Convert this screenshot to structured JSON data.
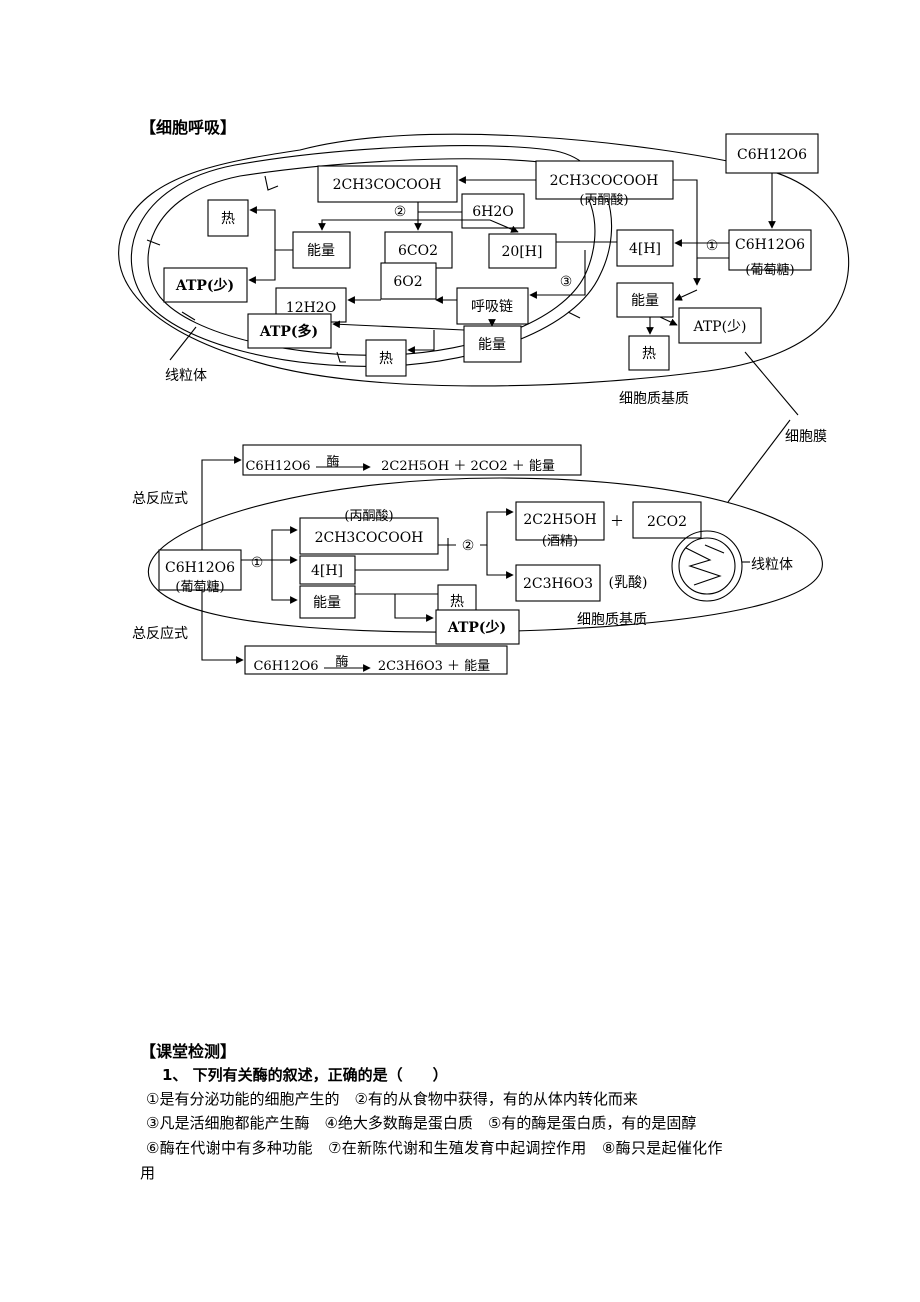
{
  "title": "【细胞呼吸】",
  "aerobic": {
    "glucose_top": "C6H12O6",
    "glucose_mid": "C6H12O6",
    "glucose_mid_note": "(葡萄糖)",
    "pyruvate_cyto": "2CH3COCOOH",
    "pyruvate_cyto_note": "(丙酮酸)",
    "pyruvate_mito": "2CH3COCOOH",
    "water_in": "6H2O",
    "co2": "6CO2",
    "o2": "6O2",
    "h20": "20[H]",
    "h4": "4[H]",
    "energy1": "能量",
    "energy2": "能量",
    "energy3": "能量",
    "resp_chain": "呼吸链",
    "water_out": "12H2O",
    "heat1": "热",
    "heat2": "热",
    "heat3": "热",
    "atp_less1": "ATP(少)",
    "atp_more": "ATP(多)",
    "atp_less2": "ATP(少)",
    "step1": "①",
    "step2": "②",
    "step3": "③",
    "label_mito": "线粒体",
    "label_cytoplasm": "细胞质基质",
    "label_membrane": "细胞膜"
  },
  "anaerobic": {
    "total1_label": "总反应式",
    "total2_label": "总反应式",
    "eq1": {
      "reactant": "C6H12O6",
      "enzyme": "酶",
      "product": "2C2H5OH ＋ 2CO2 ＋ 能量"
    },
    "eq2": {
      "reactant": "C6H12O6",
      "enzyme": "酶",
      "product": "2C3H6O3 ＋ 能量"
    },
    "glucose": "C6H12O6",
    "glucose_note": "(葡萄糖)",
    "pyruvate_note": "(丙酮酸)",
    "pyruvate": "2CH3COCOOH",
    "h4": "4[H]",
    "energy": "能量",
    "heat": "热",
    "atp_less": "ATP(少)",
    "ethanol": "2C2H5OH",
    "ethanol_note": "(酒精)",
    "plus": "＋",
    "co2": "2CO2",
    "lactic": "2C3H6O3",
    "lactic_note": "(乳酸)",
    "step1": "①",
    "step2": "②",
    "label_mito": "线粒体",
    "label_cytoplasm": "细胞质基质"
  },
  "quiz": {
    "title": "【课堂检测】",
    "q1": "1、 下列有关酶的叙述，正确的是（　　）",
    "line1": "①是有分泌功能的细胞产生的　②有的从食物中获得，有的从体内转化而来",
    "line2": "③凡是活细胞都能产生酶　④绝大多数酶是蛋白质　⑤有的酶是蛋白质，有的是固醇",
    "line3": "⑥酶在代谢中有多种功能　⑦在新陈代谢和生殖发育中起调控作用　⑧酶只是起催化作",
    "line4": "用"
  }
}
